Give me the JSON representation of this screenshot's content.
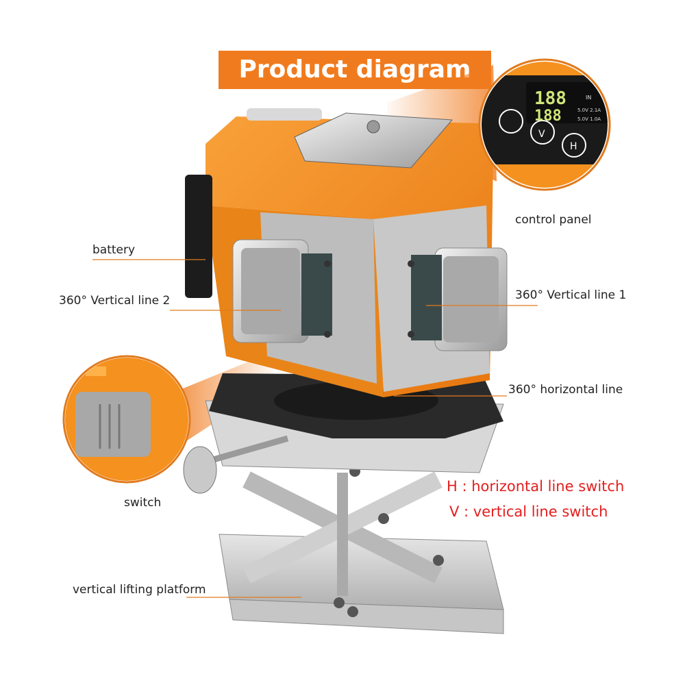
{
  "title": "Product diagram",
  "labels": {
    "control_panel": "control panel",
    "battery": "battery",
    "vertical_line_2": "360° Vertical line 2",
    "vertical_line_1": "360° Vertical line 1",
    "horizontal_line": "360° horizontal line",
    "switch": "switch",
    "lifting_platform": "vertical lifting platform"
  },
  "legend": {
    "h_switch": "H : horizontal line switch",
    "v_switch": "V : vertical line switch"
  },
  "display": {
    "digits_top": "188",
    "digits_bottom": "188",
    "text_in": "IN",
    "text_out1": "5.0V 2.1A",
    "text_out2": "5.0V 1.0A",
    "btn_v": "V",
    "btn_h": "H"
  },
  "colors": {
    "banner": "#f07b1e",
    "body_orange": "#f5911e",
    "legend_red": "#e41e1e"
  }
}
